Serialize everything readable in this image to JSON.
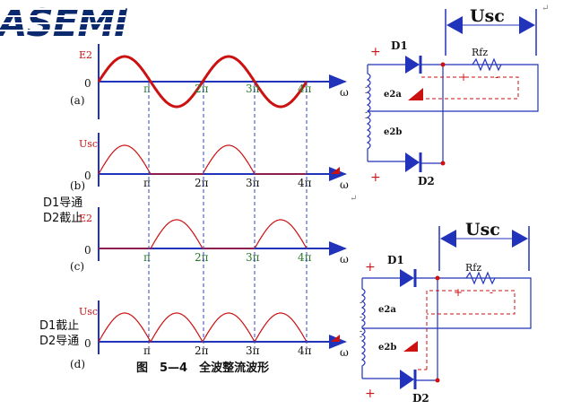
{
  "logo": {
    "text": "ASEMI"
  },
  "panels": [
    {
      "letter": "(a)",
      "ylabel": "E2",
      "zero": "0",
      "xaxis": "ω",
      "ticks": [
        "π",
        "2π",
        "3π",
        "4π"
      ],
      "waveform": "full-sine"
    },
    {
      "letter": "(b)",
      "ylabel": "Usc",
      "zero": "0",
      "xaxis": "ω",
      "ticks": [
        "π",
        "2π",
        "3π",
        "4π"
      ],
      "waveform": "half-odd"
    },
    {
      "letter": "(c)",
      "ylabel": "E2",
      "zero": "0",
      "xaxis": "ω",
      "ticks": [
        "π",
        "2π",
        "3π",
        "4π"
      ],
      "waveform": "half-even"
    },
    {
      "letter": "(d)",
      "ylabel": "Usc",
      "zero": "0",
      "xaxis": "ω",
      "ticks": [
        "π",
        "2π",
        "3π",
        "4π"
      ],
      "waveform": "full-rect"
    }
  ],
  "state_labels": {
    "b_d1": "D1导通",
    "b_d2": "D2截止",
    "d_d1": "D1截止",
    "d_d2": "D2导通"
  },
  "caption": "图　5—4　全波整流波形",
  "circuit_top": {
    "usc": "Usc",
    "d1": "D1",
    "d2": "D2",
    "rfz": "Rfz",
    "e2a": "e2a",
    "e2b": "e2b",
    "plus": "+",
    "minus": "-"
  },
  "circuit_bottom": {
    "usc": "Usc",
    "d1": "D1",
    "d2": "D2",
    "rfz": "Rfz",
    "e2a": "e2a",
    "e2b": "e2b",
    "plus": "+",
    "minus": "-"
  },
  "colors": {
    "axis": "#2233bb",
    "wave": "#cc1111",
    "label_red": "#cc1111",
    "tick_green": "#2a7a2a",
    "dash": "#3344bb"
  }
}
